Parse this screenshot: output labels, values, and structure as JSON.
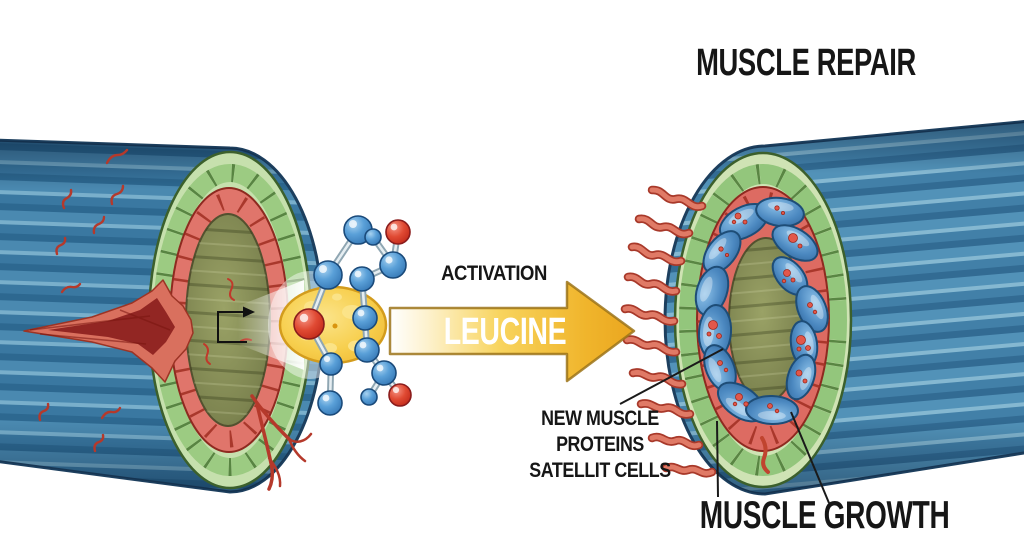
{
  "diagram": {
    "title": "MUSCLE REPAIR",
    "arrow": {
      "label_above": "ACTIVATION",
      "label_on": "LEUCINE"
    },
    "callout_left": {
      "line1": "NEW MUSCLE",
      "line2": "PROTEINS",
      "line3": "SATELLIT CELLS"
    },
    "callout_bottom": "MUSCLE GROWTH",
    "colors": {
      "fiber_blue": "#4a89b0",
      "sheath_green": "#c6e0ad",
      "ring_red": "#dd6b62",
      "core_olive": "#8d9157",
      "satellite_cell_yellow": "#f7cf4e",
      "arrow_gold": "#f2c043",
      "molecule_carbon_blue": "#4b88c0",
      "molecule_oxygen_red": "#d94a33",
      "damage_red": "#b5392b",
      "label_black": "#161616"
    }
  }
}
